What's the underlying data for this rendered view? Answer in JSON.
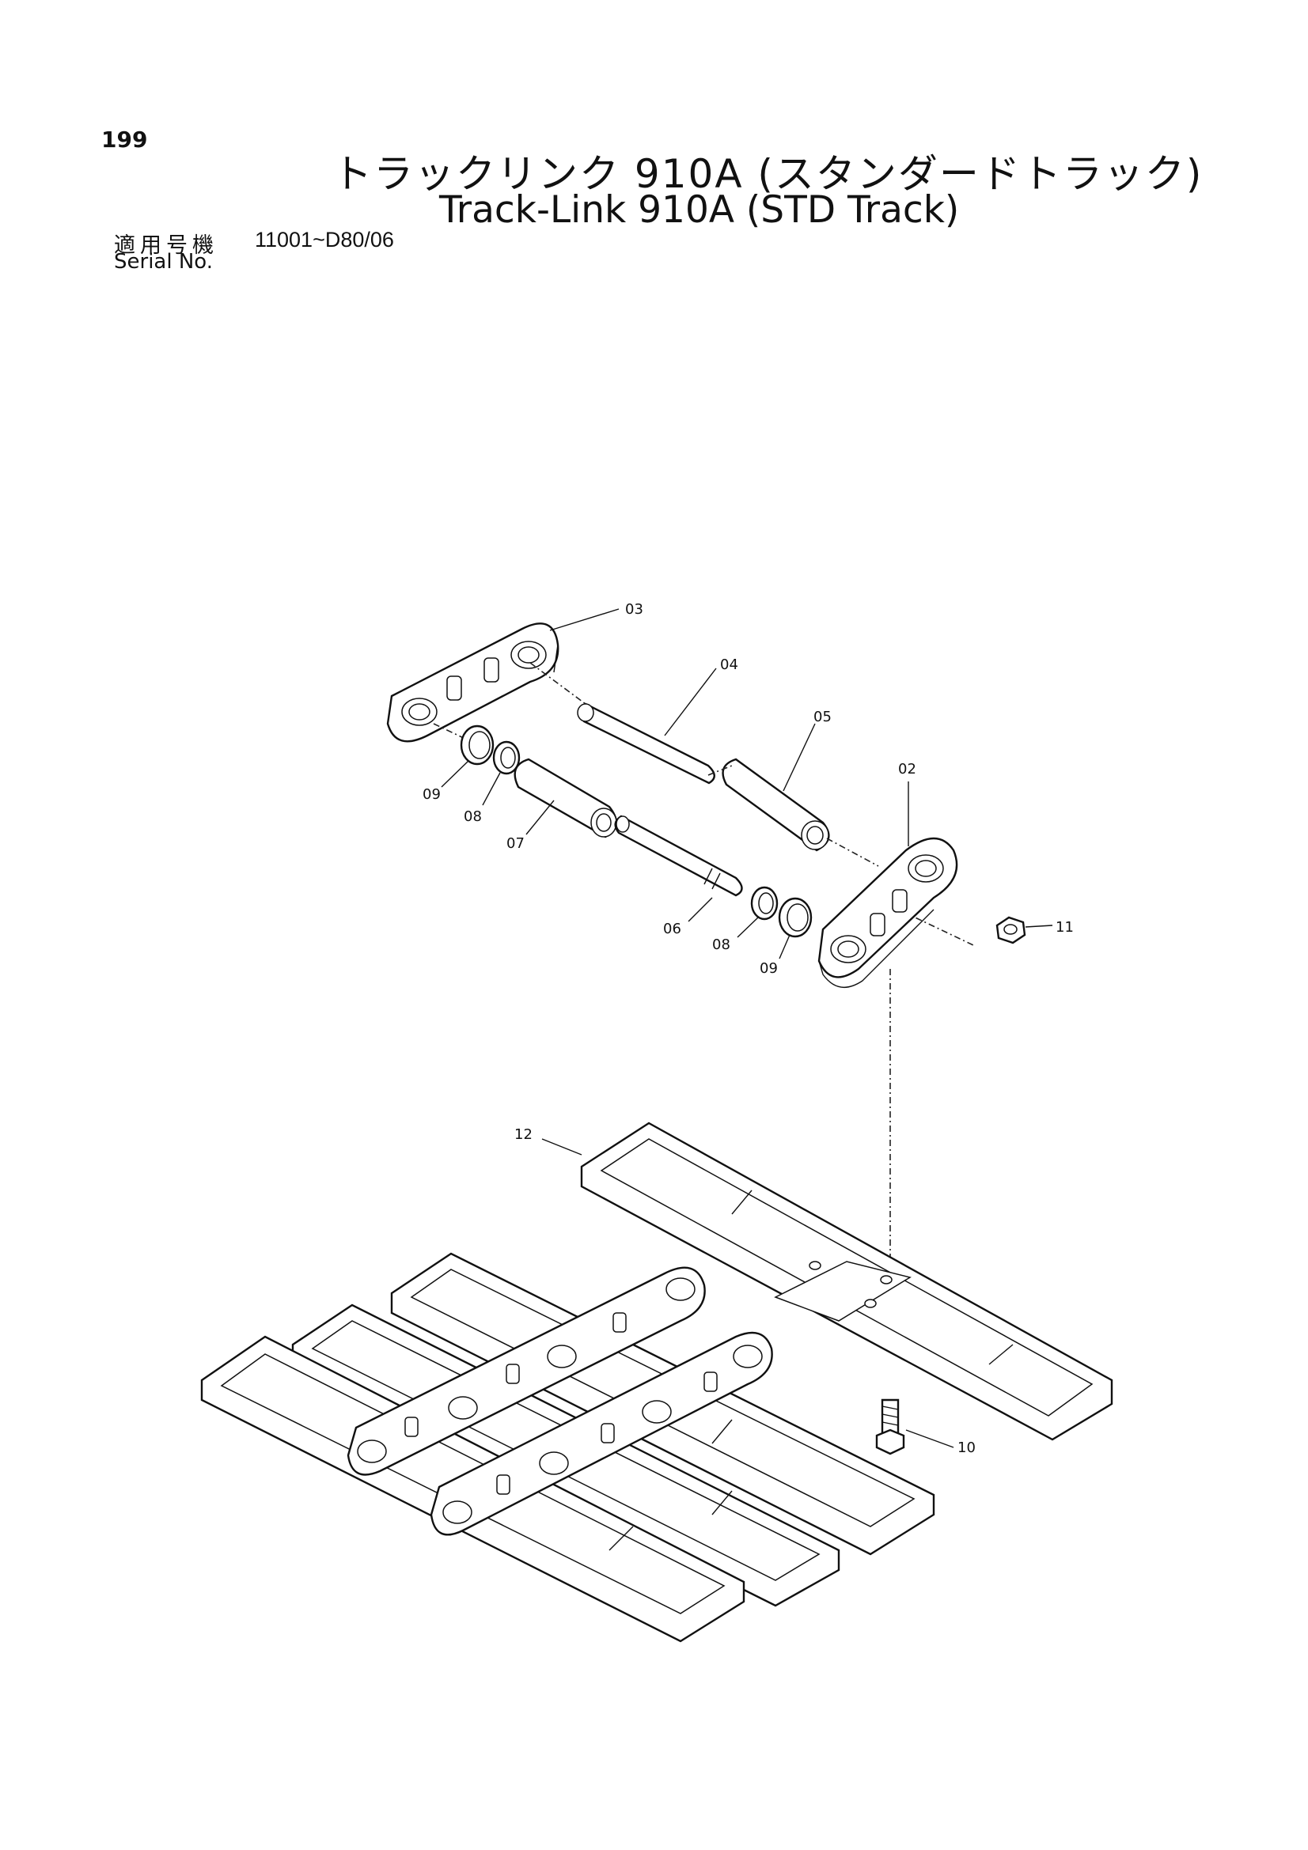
{
  "page_number": "199",
  "title_jp": "トラックリンク 910A (スタンダードトラック)",
  "title_en": "Track-Link 910A (STD Track)",
  "serial": {
    "label_jp": "適用号機",
    "label_en": "Serial No.",
    "value": "11001~D80/06"
  },
  "callouts": {
    "c02": "02",
    "c03": "03",
    "c04": "04",
    "c05": "05",
    "c06": "06",
    "c07": "07",
    "c08a": "08",
    "c08b": "08",
    "c09a": "09",
    "c09b": "09",
    "c10": "10",
    "c11": "11",
    "c12": "12"
  }
}
